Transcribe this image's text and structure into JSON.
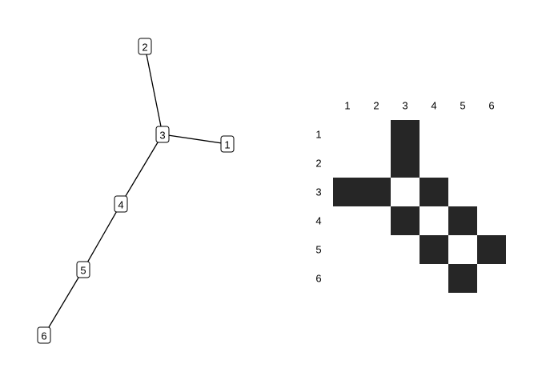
{
  "network": {
    "nodes": [
      "1",
      "2",
      "3",
      "4",
      "5",
      "6"
    ],
    "edges": [
      [
        "3",
        "1"
      ],
      [
        "3",
        "2"
      ],
      [
        "3",
        "4"
      ],
      [
        "4",
        "5"
      ],
      [
        "5",
        "6"
      ]
    ]
  },
  "matrix": {
    "column_labels": [
      "1",
      "2",
      "3",
      "4",
      "5",
      "6"
    ],
    "row_labels": [
      "1",
      "2",
      "3",
      "4",
      "5",
      "6"
    ],
    "cells": [
      [
        0,
        0,
        1,
        0,
        0,
        0
      ],
      [
        0,
        0,
        1,
        0,
        0,
        0
      ],
      [
        1,
        1,
        0,
        1,
        0,
        0
      ],
      [
        0,
        0,
        1,
        0,
        1,
        0
      ],
      [
        0,
        0,
        0,
        1,
        0,
        1
      ],
      [
        0,
        0,
        0,
        0,
        1,
        0
      ]
    ],
    "filled_color": "#262626",
    "empty_color": "#ffffff"
  }
}
